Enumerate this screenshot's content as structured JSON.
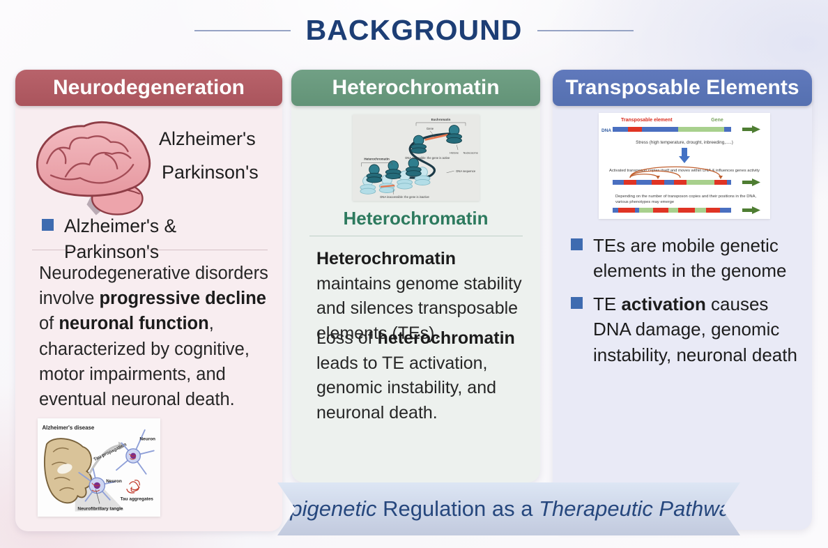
{
  "title": "BACKGROUND",
  "colors": {
    "title_text": "#1d3e75",
    "neuro_accent": "#ac565e",
    "hetero_accent": "#68997f",
    "te_accent": "#5b74b6",
    "bullet_square": "#3e6bb0",
    "subheading_green": "#2d7a5e",
    "banner_text": "#26477d"
  },
  "columns": {
    "neuro": {
      "header": "Neurodegeneration",
      "disease1": "Alzheimer's",
      "disease2": "Parkinson's",
      "bullet": "Alzheimer's & Parkinson's",
      "para": {
        "s1": "Neurodegenerative disorders involve ",
        "b1": "progressive decline",
        "s2": " of ",
        "b2": "neuronal function",
        "s3": ", characterized by cognitive, motor impairments, and eventual neuronal death."
      },
      "figure": {
        "title": "Alzheimer's disease",
        "tau_propagation": "Tau propagation",
        "neuron1": "Neuron",
        "neuron2": "Neuron",
        "tangle": "Neurofibrillary tangle",
        "aggregates": "Tau aggregates"
      }
    },
    "hetero": {
      "header": "Heterochromatin",
      "subheading": "Heterochromatin",
      "para1": {
        "b": "Heterochromatin",
        "s": " maintains genome stability and silences transposable elements (TEs)."
      },
      "para2": {
        "s1": "Loss of ",
        "b": "heterochromatin",
        "s2": " leads to TE activation, genomic instability, and neuronal death."
      },
      "figure": {
        "euchromatin": "Euchromatin",
        "gene": "Gene",
        "histone": "Histone",
        "nucleosome": "Nucleosome",
        "accessible": "DNA accessible: the gene is active",
        "dna_sequence": "DNA sequence",
        "heterochromatin": "Heterochromatin",
        "inaccessible": "DNA inaccessible: the gene is inactive"
      }
    },
    "te": {
      "header": "Transposable Elements",
      "bullet1": "TEs are mobile genetic elements in the genome",
      "bullet2": {
        "s1": "TE ",
        "b": "activation",
        "s2": " causes DNA damage, genomic instability, neuronal death"
      },
      "figure": {
        "te_label": "Transposable element",
        "gene_label": "Gene",
        "dna_label": "DNA",
        "stress": "Stress (high temperature, drought, inbreeding,.....)",
        "activated": "Activated transposon copies itself and moves within DNA & influences genes activity",
        "depending1": "Depending on the number of transposon copies and their positions in the DNA,",
        "depending2": "various phenotypes may emerge"
      }
    }
  },
  "banner": {
    "italic1": "Epigenetic",
    "regular": " Regulation as a ",
    "italic2": "Therapeutic Pathway"
  }
}
